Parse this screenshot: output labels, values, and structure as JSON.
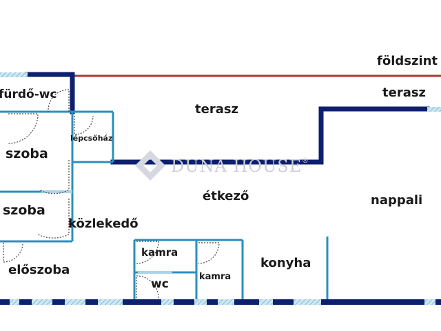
{
  "floor_label": "földszint",
  "watermark": {
    "text": "DUNA HOUSE",
    "registered": "®",
    "logo": "duna-house-diamond-logo"
  },
  "rooms": {
    "furdo_wc": "fürdő-wc",
    "terasz_main": "terasz",
    "terasz_right": "terasz",
    "lepcsohaz": "lépcsőház",
    "szoba_top": "szoba",
    "szoba_bottom": "szoba",
    "etkezo": "étkező",
    "nappali": "nappali",
    "kozlekedo": "közlekedő",
    "eloszoba": "előszoba",
    "kamra_left": "kamra",
    "kamra_right": "kamra",
    "wc": "wc",
    "konyha": "konyha"
  },
  "colors": {
    "outer_wall": "#0d1f6e",
    "inner_wall": "#2a8fbe",
    "floor_line": "#b23636",
    "window": "#a9d3e6",
    "door": "#444444",
    "watermark": "#c9ccd6"
  }
}
